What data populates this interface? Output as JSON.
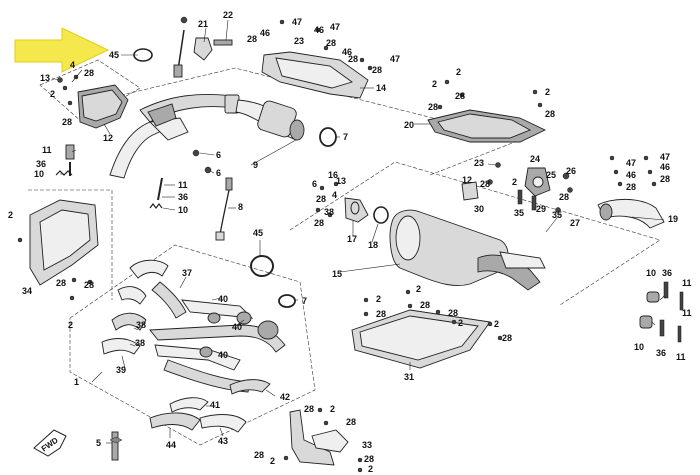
{
  "diagram": {
    "accent_color": "#f5e63a",
    "fwd_label": "FWD",
    "callouts": {
      "c1": "1",
      "c2": "2",
      "c4": "4",
      "c5": "5",
      "c6": "6",
      "c7": "7",
      "c8": "8",
      "c9": "9",
      "c10": "10",
      "c11": "11",
      "c12": "12",
      "c13": "13",
      "c14": "14",
      "c15": "15",
      "c16": "16",
      "c17": "17",
      "c18": "18",
      "c19": "19",
      "c20": "20",
      "c21": "21",
      "c22": "22",
      "c23": "23",
      "c24": "24",
      "c25": "25",
      "c26": "26",
      "c27": "27",
      "c28": "28",
      "c29": "29",
      "c30": "30",
      "c31": "31",
      "c33": "33",
      "c34": "34",
      "c35": "35",
      "c36": "36",
      "c37": "37",
      "c38": "38",
      "c39": "39",
      "c40": "40",
      "c41": "41",
      "c42": "42",
      "c43": "43",
      "c44": "44",
      "c45": "45",
      "c46": "46",
      "c47": "47"
    }
  }
}
